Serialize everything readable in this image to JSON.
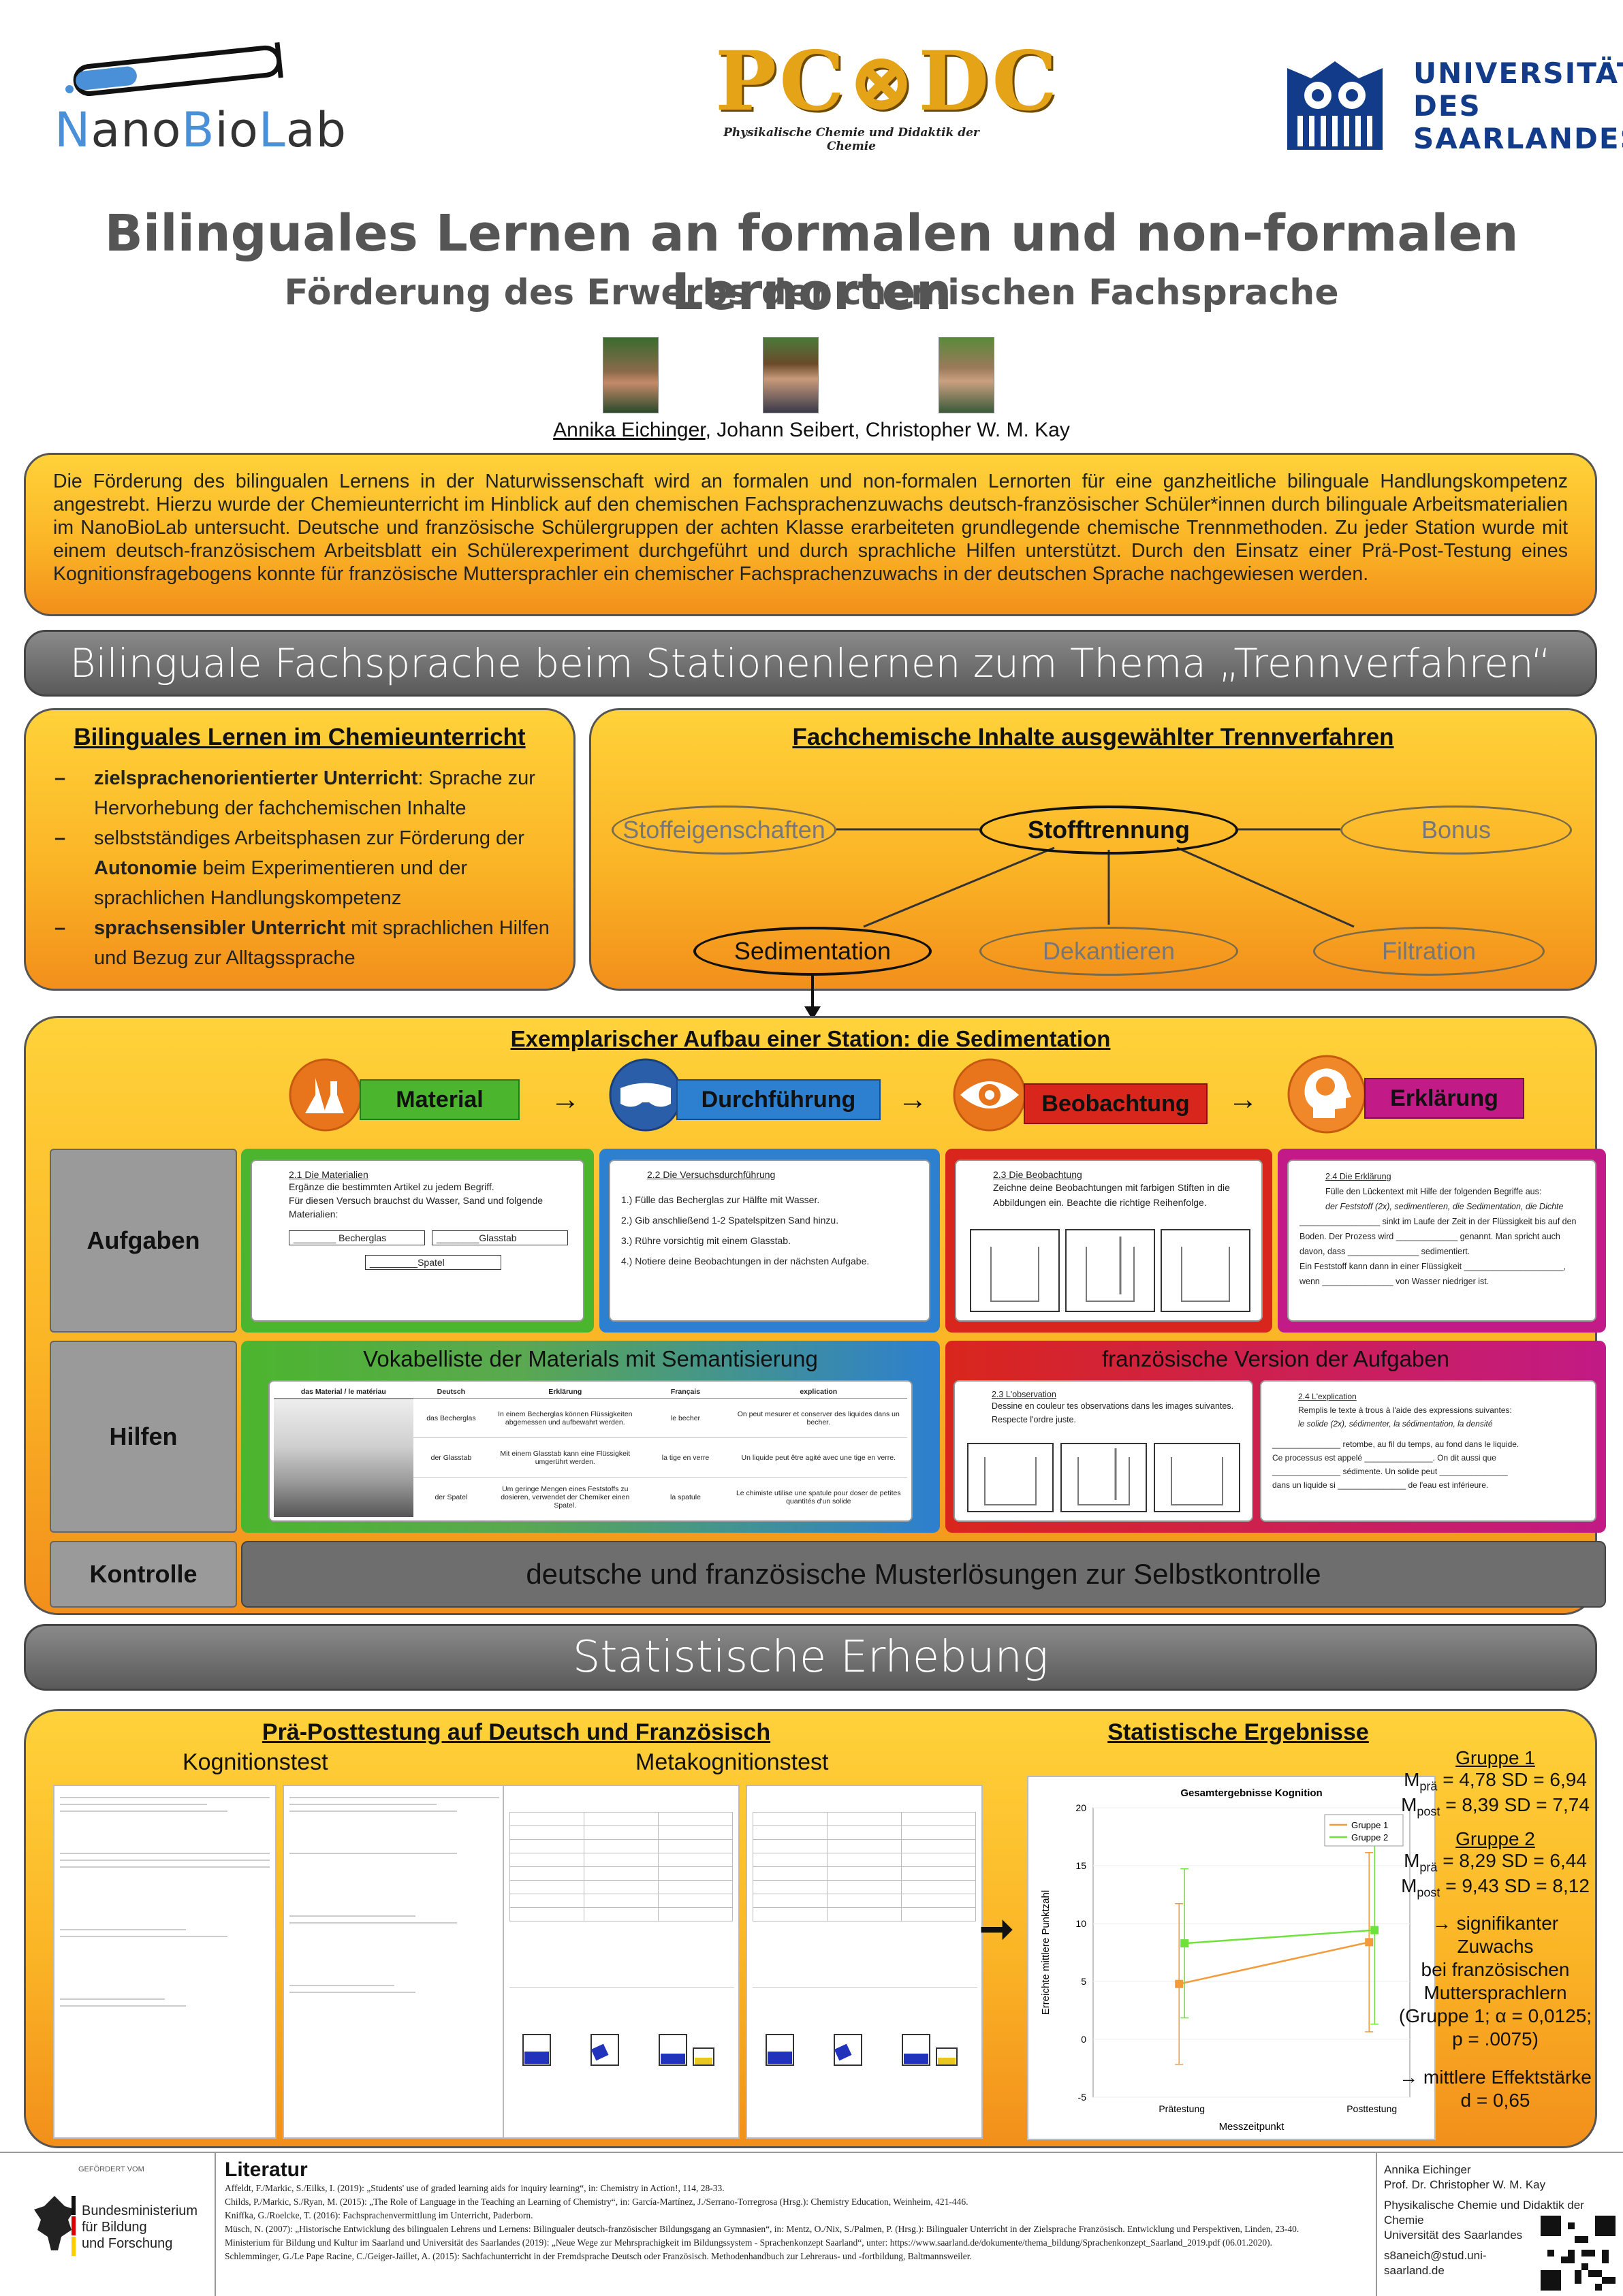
{
  "logos": {
    "nanobiolab": "NanoBioLab",
    "pcdc_title": "PC⊗DC",
    "pcdc_sub": "Physikalische Chemie und Didaktik der Chemie",
    "uni_line1": "UNIVERSITÄT",
    "uni_line2": "DES",
    "uni_line3": "SAARLANDES"
  },
  "title": "Bilinguales Lernen an formalen und non-formalen Lernorten",
  "subtitle": "Förderung des Erwerbs der chemischen Fachsprache",
  "authors": {
    "first": "Annika Eichinger",
    "rest": ", Johann Seibert, Christopher W. M. Kay"
  },
  "abstract": "Die Förderung des bilingualen Lernens in der Naturwissenschaft wird an formalen und non-formalen Lernorten für eine ganzheitliche bilinguale Handlungskompetenz angestrebt. Hierzu wurde der Chemieunterricht im Hinblick auf den chemischen Fachsprachenzuwachs deutsch-französischer Schüler*innen durch bilinguale Arbeitsmaterialien im NanoBioLab untersucht. Deutsche und französische Schülergruppen der achten Klasse erarbeiteten grundlegende chemische Trennmethoden. Zu jeder Station wurde mit einem deutsch-französischem Arbeitsblatt ein Schülerexperiment durchgeführt und durch sprachliche Hilfen unterstützt. Durch den Einsatz einer Prä-Post-Testung eines Kognitionsfragebogens konnte für französische Muttersprachler ein chemischer Fachsprachenzuwachs in der deutschen Sprache nachgewiesen werden.",
  "banner1": "Bilinguale Fachsprache beim Stationenlernen zum Thema „Trennverfahren“",
  "left_box": {
    "heading": "Bilinguales Lernen im Chemieunterricht",
    "items": [
      {
        "bold": "zielsprachenorientierter Unterricht",
        "text": ": Sprache zur Hervorhebung der fachchemischen Inhalte"
      },
      {
        "pre": "selbstständiges Arbeitsphasen zur Förderung der ",
        "bold": "Autonomie",
        "text": " beim Experimentieren und der sprachlichen Handlungskompetenz"
      },
      {
        "bold": "sprachsensibler Unterricht",
        "text": " mit sprachlichen Hilfen und Bezug zur Alltagssprache"
      }
    ]
  },
  "right_box": {
    "heading": "Fachchemische Inhalte ausgewählter Trennverfahren",
    "nodes": {
      "stoffeig": "Stoffeigenschaften",
      "main": "Stofftrennung",
      "bonus": "Bonus",
      "sed": "Sedimentation",
      "dek": "Dekantieren",
      "filt": "Filtration"
    }
  },
  "station": {
    "heading": "Exemplarischer Aufbau einer Station: die Sedimentation",
    "steps": [
      {
        "label": "Material",
        "color": "#4cb52e"
      },
      {
        "label": "Durchführung",
        "color": "#2d7fd0"
      },
      {
        "label": "Beobachtung",
        "color": "#d9261c"
      },
      {
        "label": "Erklärung",
        "color": "#c21a86"
      }
    ],
    "rows": {
      "aufgaben": "Aufgaben",
      "hilfen": "Hilfen",
      "kontrolle": "Kontrolle"
    },
    "card_material": {
      "num": "2.1 Die Materialien",
      "l1": "Ergänze die bestimmten Artikel zu jedem Begriff.",
      "l2": "Für diesen Versuch brauchst du Wasser, Sand und folgende",
      "l3": "Materialien:",
      "w1": "________ Becherglas",
      "w2": "________Glasstab",
      "w3": "_________Spatel"
    },
    "card_durch": {
      "num": "2.2  Die Versuchsdurchführung",
      "l1": "1.) Fülle das Becherglas zur Hälfte mit Wasser.",
      "l2": "2.) Gib anschließend 1-2 Spatelspitzen Sand hinzu.",
      "l3": "3.) Rühre vorsichtig mit einem Glasstab.",
      "l4": "4.) Notiere deine Beobachtungen in der nächsten Aufgabe."
    },
    "card_beob": {
      "num": "2.3 Die Beobachtung",
      "l1": "Zeichne deine Beobachtungen mit farbigen Stiften in die",
      "l2": "Abbildungen ein. Beachte die richtige Reihenfolge."
    },
    "card_erkl": {
      "num": "2.4 Die Erklärung",
      "l1": "Fülle den Lückentext mit Hilfe der folgenden Begriffe aus:",
      "l2": "der Feststoff (2x), sedimentieren, die Sedimentation, die Dichte",
      "l3": "_________________ sinkt im Laufe der Zeit in der Flüssigkeit bis auf den",
      "l4": "Boden. Der Prozess wird _____________ genannt. Man spricht auch",
      "l5": "davon, dass _______________ sedimentiert.",
      "l6": "Ein Feststoff kann dann in einer Flüssigkeit _____________________,",
      "l7": "wenn _______________ von Wasser niedriger ist."
    },
    "vokab_title": "Vokabelliste der Materials mit Semantisierung",
    "vokab_head": [
      "das Material / le matériau",
      "Deutsch",
      "Erklärung",
      "Français",
      "explication"
    ],
    "vokab_rows": [
      [
        "das Becherglas",
        "In einem Becherglas können Flüssigkeiten abgemessen und aufbewahrt werden.",
        "le becher",
        "On peut mesurer et conserver des liquides dans un becher."
      ],
      [
        "der Glasstab",
        "Mit einem Glasstab kann eine Flüssigkeit umgerührt werden.",
        "la tige en verre",
        "Un liquide peut être agité avec une tige en verre."
      ],
      [
        "der Spatel",
        "Um geringe Mengen eines Feststoffs zu dosieren, verwendet der Chemiker einen Spatel.",
        "la spatule",
        "Le chimiste utilise une spatule pour doser de petites quantités d'un solide"
      ]
    ],
    "franz_title": "französische Version der Aufgaben",
    "card_obs": {
      "num": "2.3 L'observation",
      "l1": "Dessine en couleur tes observations dans les images suivantes.",
      "l2": "Respecte l'ordre juste."
    },
    "card_expl": {
      "num": "2.4 L'explication",
      "l1": "Remplis le texte à trous à l'aide des expressions suivantes:",
      "l2": "le solide (2x), sédimenter, la sédimentation, la densité",
      "l3": "_______________ retombe, au fil du temps, au fond dans le liquide.",
      "l4": "Ce processus est appelé _______________. On dit aussi que",
      "l5": "_______________ sédimente. Un solide peut _______________",
      "l6": "dans un liquide si _______________ de l'eau est inférieure."
    },
    "kontrolle_text": "deutsche und französische Musterlösungen zur Selbstkontrolle"
  },
  "banner2": "Statistische Erhebung",
  "stats": {
    "heading_left": "Prä-Posttestung auf Deutsch und Französisch",
    "kog": "Kognitionstest",
    "meta": "Metakognitionstest",
    "heading_right": "Statistische Ergebnisse",
    "g1": "Gruppe 1",
    "g1_pre": "M",
    "g1_pre_sub": "prä",
    "g1_pre_val": " = 4,78  SD = 6,94",
    "g1_post": "M",
    "g1_post_sub": "post",
    "g1_post_val": " = 8,39 SD = 7,74",
    "g2": "Gruppe 2",
    "g2_pre": "M",
    "g2_pre_sub": "prä",
    "g2_pre_val": " = 8,29  SD = 6,44",
    "g2_post": "M",
    "g2_post_sub": "post",
    "g2_post_val": " = 9,43 SD = 8,12",
    "arrow1": "→ signifikanter Zuwachs",
    "arrow1b": "bei französischen",
    "arrow1c": "Muttersprachlern",
    "arrow1d": "(Gruppe 1; α = 0,0125;",
    "arrow1e": "p = .0075)",
    "arrow2": "→ mittlere Effektstärke",
    "arrow2b": "d = 0,65"
  },
  "chart_data": {
    "type": "line",
    "title": "Gesamtergebnisse Kognition",
    "xlabel": "Messzeitpunkt",
    "ylabel": "Erreichte mittlere Punktzahl",
    "categories": [
      "Prätestung",
      "Posttestung"
    ],
    "ylim": [
      -5,
      20
    ],
    "yticks": [
      -5,
      0,
      5,
      10,
      15,
      20
    ],
    "legend": "top-right",
    "series": [
      {
        "name": "Gruppe 1",
        "values": [
          4.78,
          8.39
        ],
        "sd": [
          6.94,
          7.74
        ],
        "color": "#f39a3c"
      },
      {
        "name": "Gruppe 2",
        "values": [
          8.29,
          9.43
        ],
        "sd": [
          6.44,
          8.12
        ],
        "color": "#6ee23a"
      }
    ]
  },
  "footer": {
    "bmbf_small": "GEFÖRDERT VOM",
    "bmbf_l1": "Bundesministerium",
    "bmbf_l2": "für Bildung",
    "bmbf_l3": "und Forschung",
    "lit_head": "Literatur",
    "refs": [
      "Affeldt, F./Markic, S./Eilks, I. (2019): „Students' use of graded learning aids for inquiry learning“, in: Chemistry in Action!, 114, 28-33.",
      "Childs, P./Markic, S./Ryan, M. (2015): „The Role of Language in the Teaching an Learning of Chemistry“, in: García-Martínez, J./Serrano-Torregrosa (Hrsg.): Chemistry Education, Weinheim, 421-446.",
      "Kniffka, G./Roelcke, T. (2016): Fachsprachenvermittlung im Unterricht, Paderborn.",
      "Müsch, N. (2007): „Historische Entwicklung des bilingualen Lehrens und Lernens: Bilingualer deutsch-französischer Bildungsgang an Gymnasien“, in: Mentz, O./Nix, S./Palmen, P. (Hrsg.): Bilingualer Unterricht in der Zielsprache Französisch. Entwicklung und Perspektiven, Linden, 23-40.",
      "Ministerium für Bildung und Kultur im Saarland und Universität des Saarlandes (2019): „Neue Wege zur Mehrsprachigkeit im Bildungssystem - Sprachenkonzept Saarland“, unter: https://www.saarland.de/dokumente/thema_bildung/Sprachenkonzept_Saarland_2019.pdf (06.01.2020).",
      "Schlemminger, G./Le Pape Racine, C./Geiger-Jaillet, A. (2015): Sachfachunterricht in der Fremdsprache Deutsch oder Französisch. Methodenhandbuch zur Lehreraus- und -fortbildung, Baltmannsweiler."
    ],
    "c1": "Annika Eichinger",
    "c2": "Prof. Dr. Christopher W. M. Kay",
    "c3": "Physikalische Chemie und Didaktik der Chemie",
    "c4": "Universität des Saarlandes",
    "c5": "s8aneich@stud.uni-saarland.de"
  }
}
